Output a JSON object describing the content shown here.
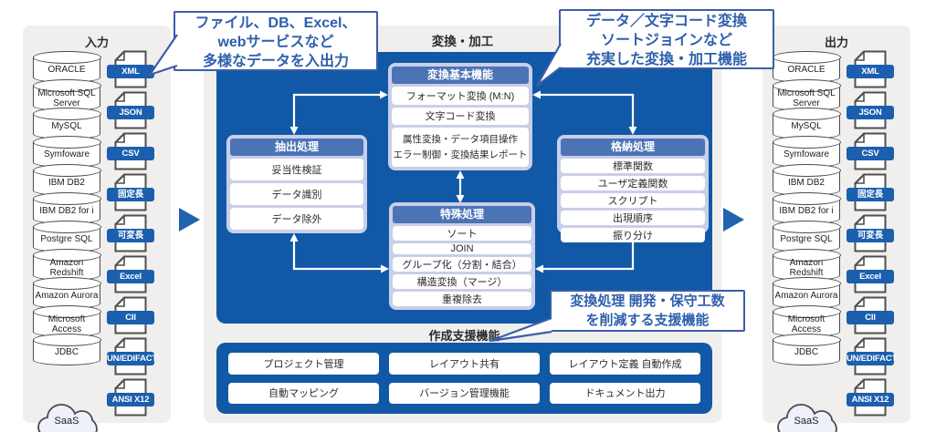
{
  "input_panel": {
    "title": "入力",
    "databases": [
      "ORACLE",
      "Microsoft SQL Server",
      "MySQL",
      "Symfoware",
      "IBM DB2",
      "IBM DB2 for i",
      "Postgre SQL",
      "Amazon Redshift",
      "Amazon Aurora",
      "Microsoft Access",
      "JDBC"
    ],
    "cloud_label": "SaaS",
    "file_formats": [
      "XML",
      "JSON",
      "CSV",
      "固定長",
      "可変長",
      "Excel",
      "CII",
      "UN/EDIFACT",
      "ANSI X12"
    ]
  },
  "output_panel": {
    "title": "出力",
    "databases": [
      "ORACLE",
      "Microsoft SQL Server",
      "MySQL",
      "Symfoware",
      "IBM DB2",
      "IBM DB2 for i",
      "Postgre SQL",
      "Amazon Redshift",
      "Amazon Aurora",
      "Microsoft Access",
      "JDBC"
    ],
    "cloud_label": "SaaS",
    "file_formats": [
      "XML",
      "JSON",
      "CSV",
      "固定長",
      "可変長",
      "Excel",
      "CII",
      "UN/EDIFACT",
      "ANSI X12"
    ]
  },
  "center": {
    "section_title": "変換・加工",
    "groups": {
      "basic": {
        "title": "変換基本機能",
        "items": [
          "フォーマット変換 (M:N)",
          "文字コード変換"
        ],
        "detail": [
          "属性変換・データ項目操作",
          "エラー制御・変換結果レポート"
        ]
      },
      "extract": {
        "title": "抽出処理",
        "items": [
          "妥当性検証",
          "データ識別",
          "データ除外"
        ]
      },
      "store": {
        "title": "格納処理",
        "items": [
          "標準関数",
          "ユーザ定義関数",
          "スクリプト",
          "出現順序",
          "振り分け"
        ]
      },
      "special": {
        "title": "特殊処理",
        "items": [
          "ソート",
          "JOIN",
          "グループ化（分割・結合）",
          "構造変換（マージ）",
          "重複除去"
        ]
      }
    },
    "support": {
      "title": "作成支援機能",
      "buttons": [
        "プロジェクト管理",
        "レイアウト共有",
        "レイアウト定義 自動作成",
        "自動マッピング",
        "バージョン管理機能",
        "ドキュメント出力"
      ]
    }
  },
  "callouts": {
    "io": [
      "ファイル、DB、Excel、",
      "webサービスなど",
      "多様なデータを入出力"
    ],
    "transform": [
      "データ／文字コード変換",
      "ソートジョインなど",
      "充実した変換・加工機能"
    ],
    "support": [
      "変換処理 開発・保守工数",
      "を削減する支援機能"
    ]
  },
  "colors": {
    "deep_blue": "#1159a6",
    "group_header_blue": "#4d73b7",
    "group_bg": "#c9cfe9",
    "panel_gray": "#f0efed",
    "banner_blue": "#1b5fae",
    "callout_text_blue": "#2e5fad",
    "callout_border_blue": "#3c5da8",
    "flow_arrow_blue": "#1f64ad"
  }
}
